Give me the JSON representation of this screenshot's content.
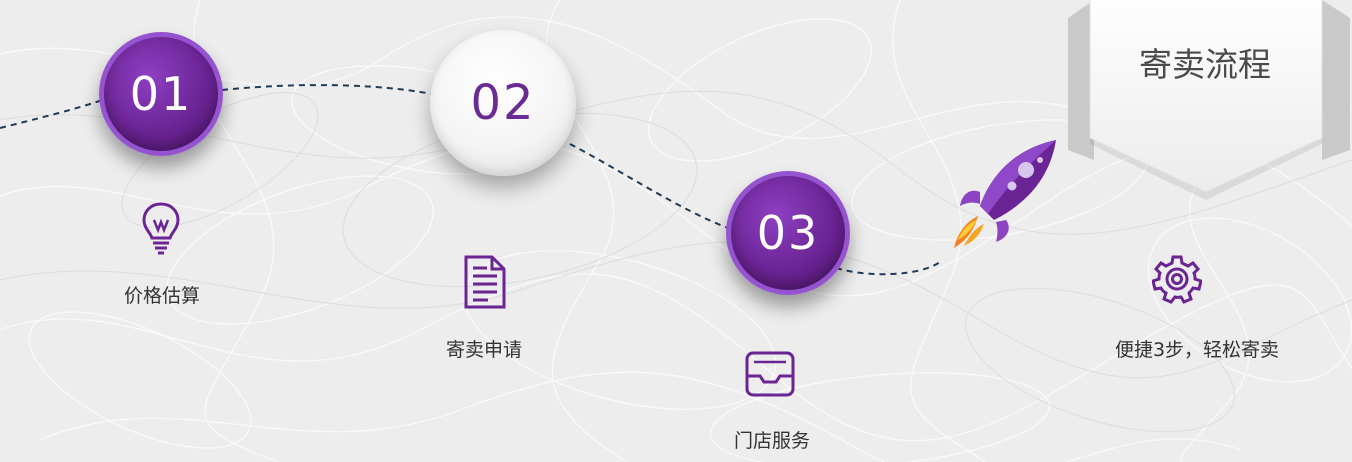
{
  "header": {
    "title": "寄卖流程"
  },
  "steps": [
    {
      "number": "01",
      "label": "价格估算"
    },
    {
      "number": "02",
      "label": "寄卖申请"
    },
    {
      "number": "03",
      "label": "门店服务"
    }
  ],
  "summary": {
    "label": "便捷3步，轻松寄卖"
  },
  "icons": {
    "step1": "lightbulb-icon",
    "step2": "document-icon",
    "step3": "inbox-tray-icon",
    "summary": "gear-icon",
    "decoration": "rocket-icon"
  },
  "colors": {
    "accent": "#6b2494",
    "accent_light": "#9553cf",
    "dashed_path": "#1f3a56",
    "text": "#333333",
    "background": "#ededed"
  }
}
